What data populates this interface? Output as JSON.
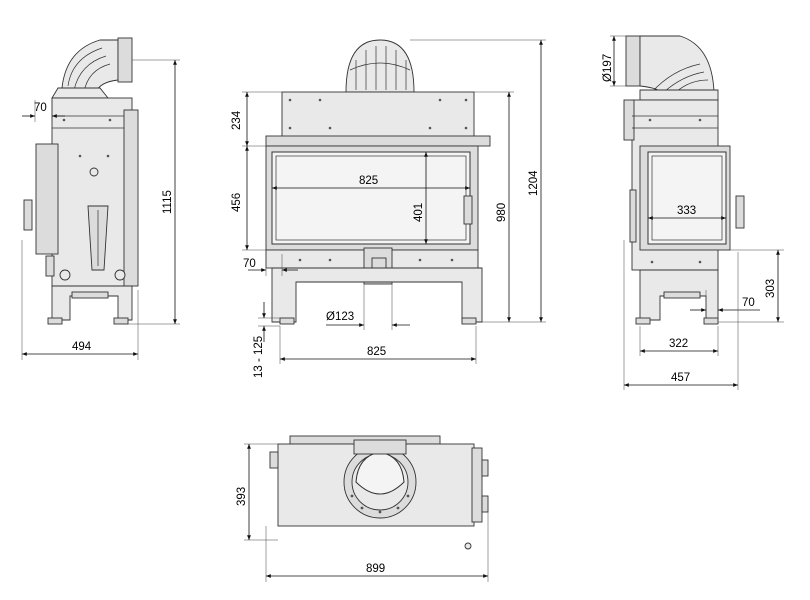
{
  "views": {
    "side_left": {
      "dim_top_offset": "70",
      "dim_height": "1115",
      "dim_width": "494"
    },
    "front": {
      "dim_top_band": "234",
      "dim_door_height": "456",
      "dim_door_width": "825",
      "dim_glass_height": "401",
      "dim_height_980": "980",
      "dim_total_height": "1204",
      "dim_small_offset": "70",
      "dim_flue_diameter": "Ø123",
      "dim_feet_adjust": "13 - 125",
      "dim_base_width": "825"
    },
    "side_right": {
      "dim_flue_diameter": "Ø197",
      "dim_glass_width": "333",
      "dim_height_303": "303",
      "dim_offset": "70",
      "dim_depth": "322",
      "dim_total_depth": "457"
    },
    "top": {
      "dim_depth": "393",
      "dim_width": "899"
    }
  }
}
